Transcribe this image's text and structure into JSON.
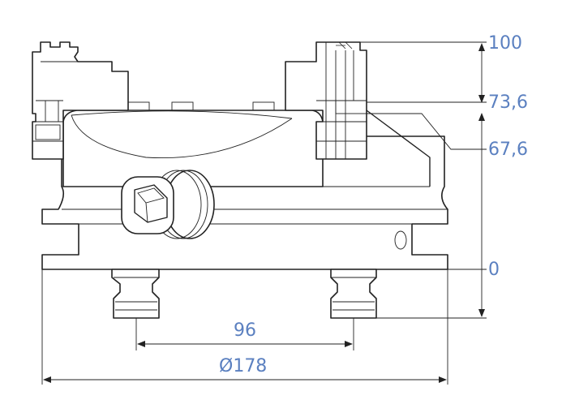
{
  "dimensions": {
    "height_100": "100",
    "height_73": "73,6",
    "height_67": "67,6",
    "height_0": "0",
    "pin_spacing": "96",
    "diameter": "Ø178"
  },
  "colors": {
    "dimension_text": "#5b80c0",
    "line": "#222222"
  }
}
